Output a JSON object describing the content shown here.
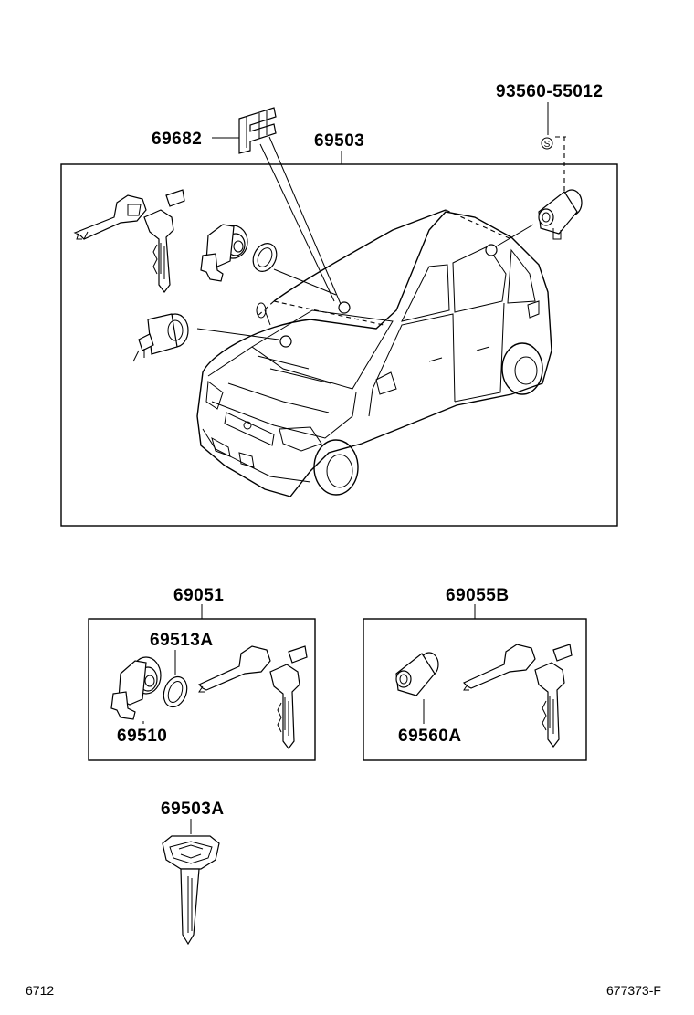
{
  "labels": {
    "p69682": "69682",
    "p69503": "69503",
    "p93560": "93560-55012",
    "p69051": "69051",
    "p69513A": "69513A",
    "p69510": "69510",
    "p69055B": "69055B",
    "p69560A": "69560A",
    "p69503A": "69503A"
  },
  "footer": {
    "left": "6712",
    "right": "677373-F"
  },
  "screw_symbol": "S"
}
